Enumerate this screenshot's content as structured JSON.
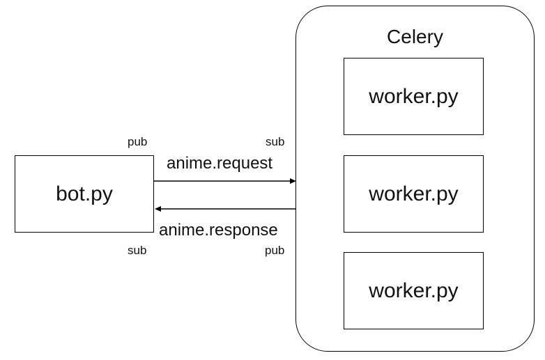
{
  "container": {
    "title": "Celery"
  },
  "client": {
    "label": "bot.py"
  },
  "workers": [
    {
      "label": "worker.py"
    },
    {
      "label": "worker.py"
    },
    {
      "label": "worker.py"
    }
  ],
  "request_channel": {
    "topic": "anime.request",
    "publisher_role": "pub",
    "subscriber_role": "sub"
  },
  "response_channel": {
    "topic": "anime.response",
    "publisher_role": "pub",
    "subscriber_role": "sub"
  }
}
